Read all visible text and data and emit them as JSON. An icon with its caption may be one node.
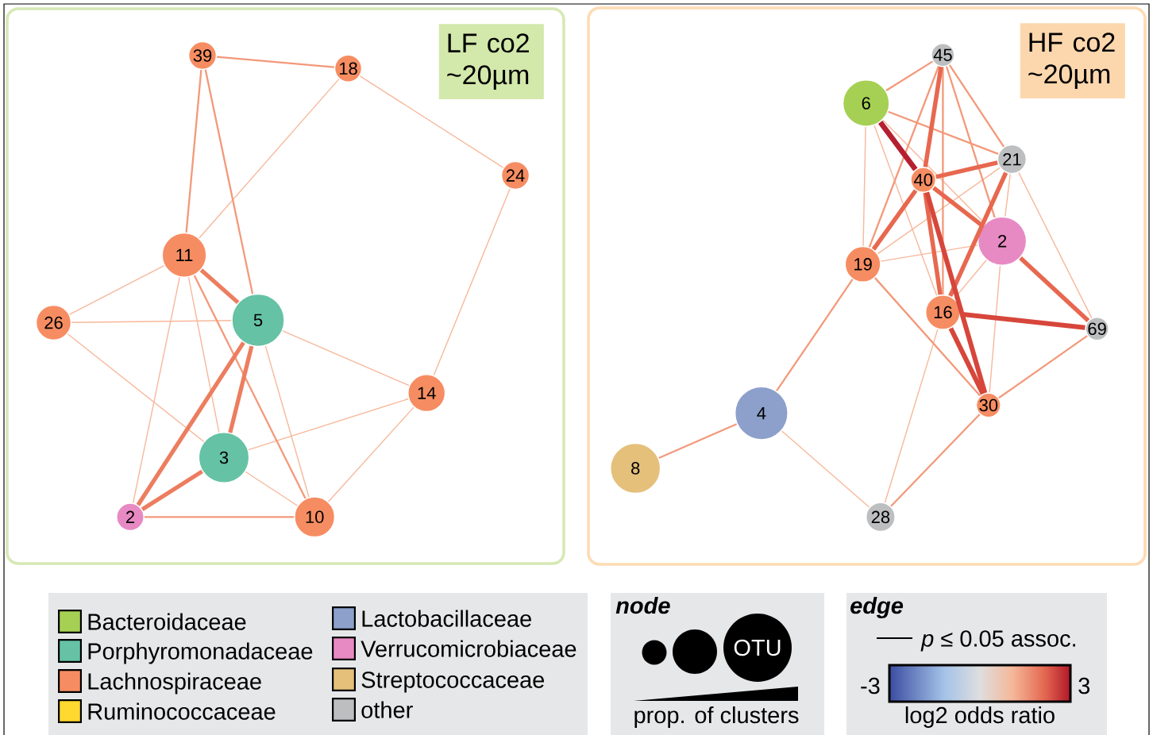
{
  "diagram": {
    "nodes": [
      {
        "text": [
          "LF co2 ~20µm"
        ]
      },
      {
        "text": [
          "39"
        ],
        "in": 0
      },
      {
        "text": [
          "18"
        ],
        "in": 0
      },
      {
        "text": [
          "24"
        ],
        "in": 0
      },
      {
        "text": [
          "11"
        ],
        "in": 0
      },
      {
        "text": [
          "26"
        ],
        "in": 0
      },
      {
        "text": [
          "5"
        ],
        "in": 0
      },
      {
        "text": [
          "14"
        ],
        "in": 0
      },
      {
        "text": [
          "3"
        ],
        "in": 0
      },
      {
        "text": [
          "2"
        ],
        "in": 0
      },
      {
        "text": [
          "10"
        ],
        "in": 0
      },
      {
        "text": [
          "HF co2 ~20µm"
        ]
      },
      {
        "text": [
          "45"
        ],
        "in": 11
      },
      {
        "text": [
          "6"
        ],
        "in": 11
      },
      {
        "text": [
          "21"
        ],
        "in": 11
      },
      {
        "text": [
          "40"
        ],
        "in": 11
      },
      {
        "text": [
          "2"
        ],
        "in": 11
      },
      {
        "text": [
          "19"
        ],
        "in": 11
      },
      {
        "text": [
          "16"
        ],
        "in": 11
      },
      {
        "text": [
          "69"
        ],
        "in": 11
      },
      {
        "text": [
          "30"
        ],
        "in": 11
      },
      {
        "text": [
          "4"
        ],
        "in": 11
      },
      {
        "text": [
          "8"
        ],
        "in": 11
      },
      {
        "text": [
          "28"
        ],
        "in": 11
      }
    ],
    "edges": [
      {
        "from": 1,
        "to": 2,
        "arrow": "none",
        "color": "#f3997a"
      },
      {
        "from": 2,
        "to": 3,
        "arrow": "none"
      },
      {
        "from": 2,
        "to": 4,
        "arrow": "none"
      },
      {
        "from": 1,
        "to": 4,
        "arrow": "none",
        "color": "#f3997a"
      },
      {
        "from": 1,
        "to": 6,
        "arrow": "none",
        "color": "#f3997a"
      },
      {
        "from": 3,
        "to": 7,
        "arrow": "none"
      },
      {
        "from": 4,
        "to": 5,
        "arrow": "none"
      },
      {
        "from": 4,
        "to": 6,
        "arrow": "none",
        "style": "thick",
        "color": "#ec7d5f"
      },
      {
        "from": 4,
        "to": 9,
        "arrow": "none"
      },
      {
        "from": 4,
        "to": 8,
        "arrow": "none"
      },
      {
        "from": 4,
        "to": 10,
        "arrow": "none",
        "color": "#f3997a"
      },
      {
        "from": 5,
        "to": 6,
        "arrow": "none"
      },
      {
        "from": 5,
        "to": 8,
        "arrow": "none"
      },
      {
        "from": 6,
        "to": 7,
        "arrow": "none"
      },
      {
        "from": 6,
        "to": 8,
        "arrow": "none",
        "style": "thick",
        "color": "#ec7d5f"
      },
      {
        "from": 6,
        "to": 9,
        "arrow": "none",
        "style": "thick",
        "color": "#ec7d5f"
      },
      {
        "from": 6,
        "to": 10,
        "arrow": "none"
      },
      {
        "from": 7,
        "to": 8,
        "arrow": "none"
      },
      {
        "from": 7,
        "to": 10,
        "arrow": "none"
      },
      {
        "from": 8,
        "to": 9,
        "arrow": "none",
        "style": "thick",
        "color": "#ec7d5f"
      },
      {
        "from": 8,
        "to": 10,
        "arrow": "none"
      },
      {
        "from": 9,
        "to": 10,
        "arrow": "none",
        "color": "#f3997a"
      },
      {
        "from": 12,
        "to": 13,
        "arrow": "none",
        "color": "#f3997a"
      },
      {
        "from": 12,
        "to": 17,
        "arrow": "none",
        "color": "#f3997a"
      },
      {
        "from": 12,
        "to": 15,
        "arrow": "none",
        "style": "thick",
        "color": "#e7684f"
      },
      {
        "from": 12,
        "to": 18,
        "arrow": "none",
        "color": "#f3997a"
      },
      {
        "from": 12,
        "to": 16,
        "arrow": "none",
        "color": "#f3997a"
      },
      {
        "from": 12,
        "to": 14,
        "arrow": "none",
        "color": "#f3997a"
      },
      {
        "from": 13,
        "to": 14,
        "arrow": "none",
        "color": "#f3997a"
      },
      {
        "from": 13,
        "to": 15,
        "arrow": "none",
        "style": "thick",
        "color": "#b52030"
      },
      {
        "from": 13,
        "to": 17,
        "arrow": "none"
      },
      {
        "from": 13,
        "to": 18,
        "arrow": "none"
      },
      {
        "from": 13,
        "to": 16,
        "arrow": "none"
      },
      {
        "from": 15,
        "to": 14,
        "arrow": "none",
        "style": "thick",
        "color": "#e7684f"
      },
      {
        "from": 15,
        "to": 17,
        "arrow": "none",
        "style": "thick",
        "color": "#e7684f"
      },
      {
        "from": 15,
        "to": 16,
        "arrow": "none",
        "style": "thick",
        "color": "#e7684f"
      },
      {
        "from": 15,
        "to": 20,
        "arrow": "none",
        "style": "thick",
        "color": "#d7463b"
      },
      {
        "from": 15,
        "to": 18,
        "arrow": "none",
        "style": "thick",
        "color": "#e7684f"
      },
      {
        "from": 14,
        "to": 17,
        "arrow": "none"
      },
      {
        "from": 14,
        "to": 18,
        "arrow": "none",
        "style": "thick",
        "color": "#e7684f"
      },
      {
        "from": 14,
        "to": 16,
        "arrow": "none"
      },
      {
        "from": 14,
        "to": 19,
        "arrow": "none"
      },
      {
        "from": 16,
        "to": 17,
        "arrow": "none"
      },
      {
        "from": 16,
        "to": 18,
        "arrow": "none"
      },
      {
        "from": 16,
        "to": 19,
        "arrow": "none",
        "style": "thick",
        "color": "#e7684f"
      },
      {
        "from": 16,
        "to": 20,
        "arrow": "none"
      },
      {
        "from": 17,
        "to": 21,
        "arrow": "none",
        "color": "#f3997a"
      },
      {
        "from": 17,
        "to": 20,
        "arrow": "none",
        "color": "#f3997a"
      },
      {
        "from": 18,
        "to": 19,
        "arrow": "none",
        "style": "thick",
        "color": "#d7463b"
      },
      {
        "from": 18,
        "to": 20,
        "arrow": "none",
        "style": "thick",
        "color": "#d7463b"
      },
      {
        "from": 18,
        "to": 23,
        "arrow": "none"
      },
      {
        "from": 20,
        "to": 19,
        "arrow": "none",
        "color": "#f3997a"
      },
      {
        "from": 20,
        "to": 23,
        "arrow": "none",
        "color": "#f3997a"
      },
      {
        "from": 21,
        "to": 22,
        "arrow": "none",
        "color": "#f3997a"
      },
      {
        "from": 21,
        "to": 23,
        "arrow": "none"
      }
    ],
    "labels": [
      "node",
      "OTU",
      "prop. of clusters",
      "edge",
      "-3",
      "3",
      "log2 odds ratio"
    ],
    "legend": [
      {
        "text": "Bacteroidaceae",
        "color": "#a6d054"
      },
      {
        "text": "Porphyromonadaceae",
        "color": "#66c2a5"
      },
      {
        "text": "Lachnospiraceae",
        "color": "#f68d62"
      },
      {
        "text": "Ruminococcaceae",
        "color": "#ffd92f"
      },
      {
        "text": "Lactobacillaceae",
        "color": "#8da0cb"
      },
      {
        "text": "Verrucomicrobiaceae",
        "color": "#e78ac3"
      },
      {
        "text": "Streptococcaceae",
        "color": "#e5c07b"
      },
      {
        "text": "other",
        "color": "#bcbec0"
      },
      {
        "text": "*p* ≤ 0.05 assoc."
      }
    ]
  }
}
